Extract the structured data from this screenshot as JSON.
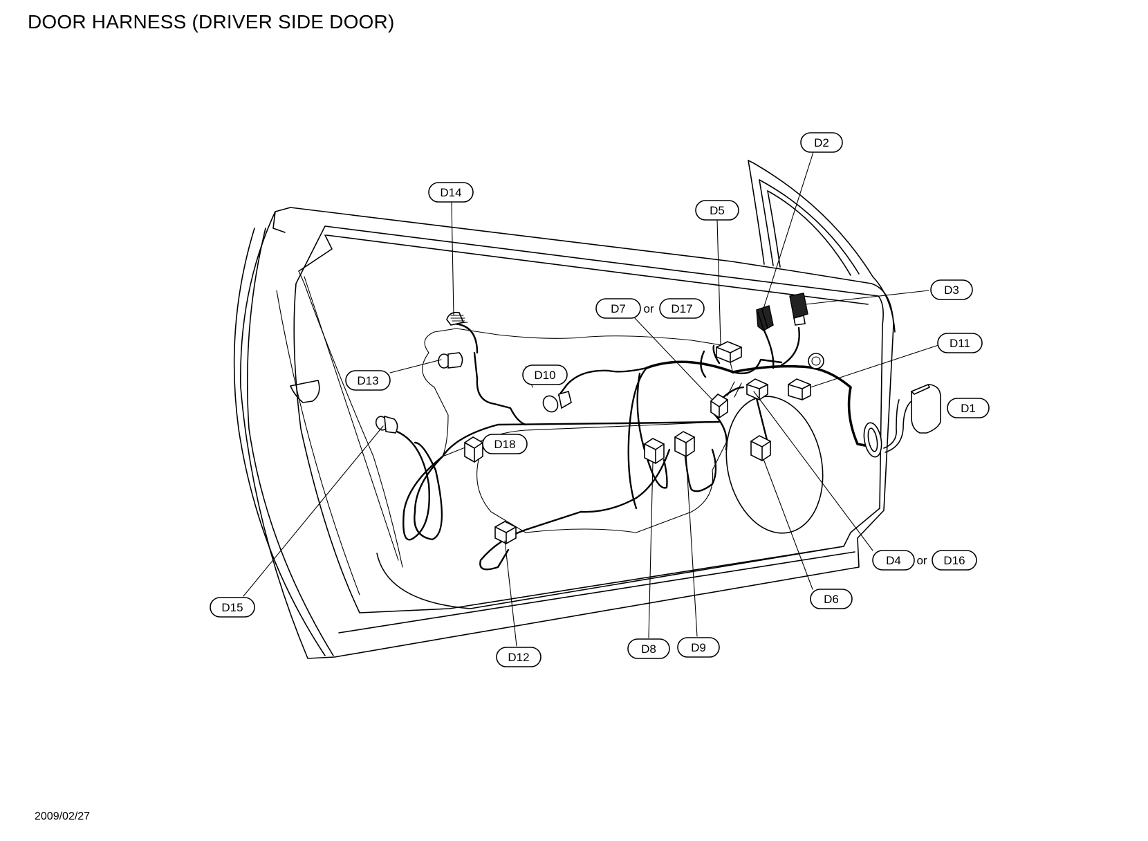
{
  "title": "DOOR HARNESS (DRIVER SIDE DOOR)",
  "date": "2009/02/27",
  "connectors": {
    "d1": "D1",
    "d2": "D2",
    "d3": "D3",
    "d4": "D4",
    "d5": "D5",
    "d6": "D6",
    "d7": "D7",
    "d8": "D8",
    "d9": "D9",
    "d10": "D10",
    "d11": "D11",
    "d12": "D12",
    "d13": "D13",
    "d14": "D14",
    "d15": "D15",
    "d16": "D16",
    "d17": "D17",
    "d18": "D18"
  },
  "or_word": "or"
}
